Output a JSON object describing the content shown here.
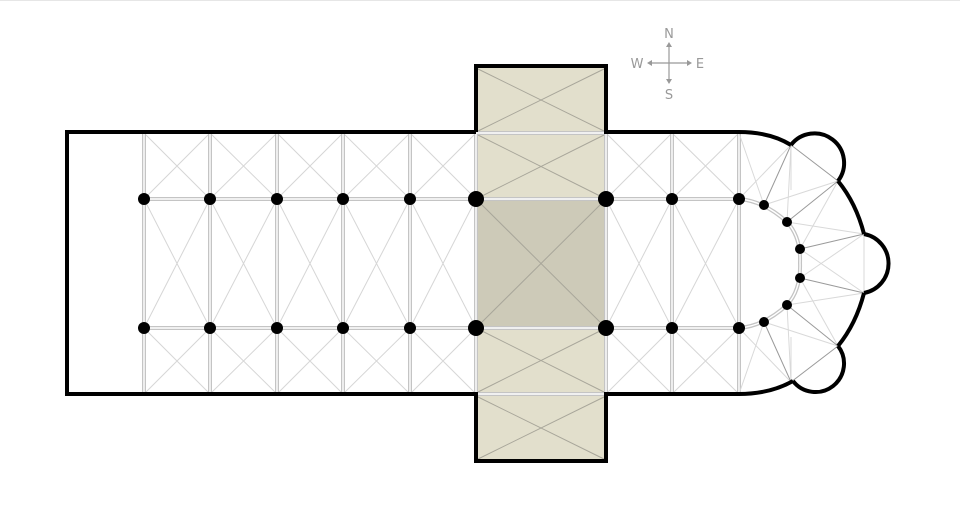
{
  "diagram": {
    "type": "floor-plan",
    "subject": "cruciform church plan with nave, aisles, transept, crossing, choir and apse with ambulatory and three radiating chapels",
    "colors": {
      "wall": "#000000",
      "rib": "#c4c4c4",
      "diagonal": "#d6d6d6",
      "transept_fill": "#e2dfcc",
      "crossing_fill": "#cdcab8",
      "transept_diagonal": "#a8a69a",
      "pier": "#000000"
    }
  },
  "compass": {
    "north": "N",
    "south": "S",
    "east": "E",
    "west": "W",
    "color": "#999999"
  },
  "legend_regions": [
    {
      "name": "nave",
      "bays": 5
    },
    {
      "name": "north-aisle",
      "bays": 5
    },
    {
      "name": "south-aisle",
      "bays": 5
    },
    {
      "name": "crossing",
      "bays": 1
    },
    {
      "name": "north-transept-arm",
      "bays": 2
    },
    {
      "name": "south-transept-arm",
      "bays": 2
    },
    {
      "name": "choir",
      "bays": 2
    },
    {
      "name": "apse-ambulatory",
      "chapels": 3
    }
  ]
}
